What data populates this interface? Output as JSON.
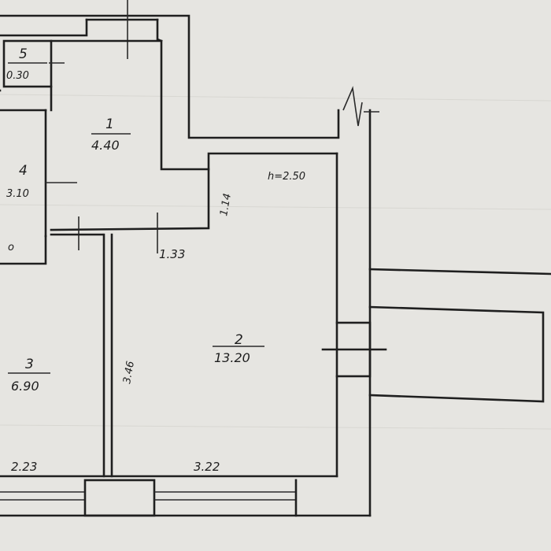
{
  "plan": {
    "ceiling_height": "h=2.50",
    "rooms": [
      {
        "number": "1",
        "area": "4.40"
      },
      {
        "number": "2",
        "area": "13.20"
      },
      {
        "number": "3",
        "area": "6.90"
      },
      {
        "number": "4",
        "area": "3.10"
      },
      {
        "number": "5",
        "area": "0.30"
      }
    ],
    "dimensions": {
      "d_1_14": "1.14",
      "d_1_33": "1.33",
      "d_3_46": "3.46",
      "d_2_23": "2.23",
      "d_3_22": "3.22"
    },
    "fixture_mark": "o"
  }
}
